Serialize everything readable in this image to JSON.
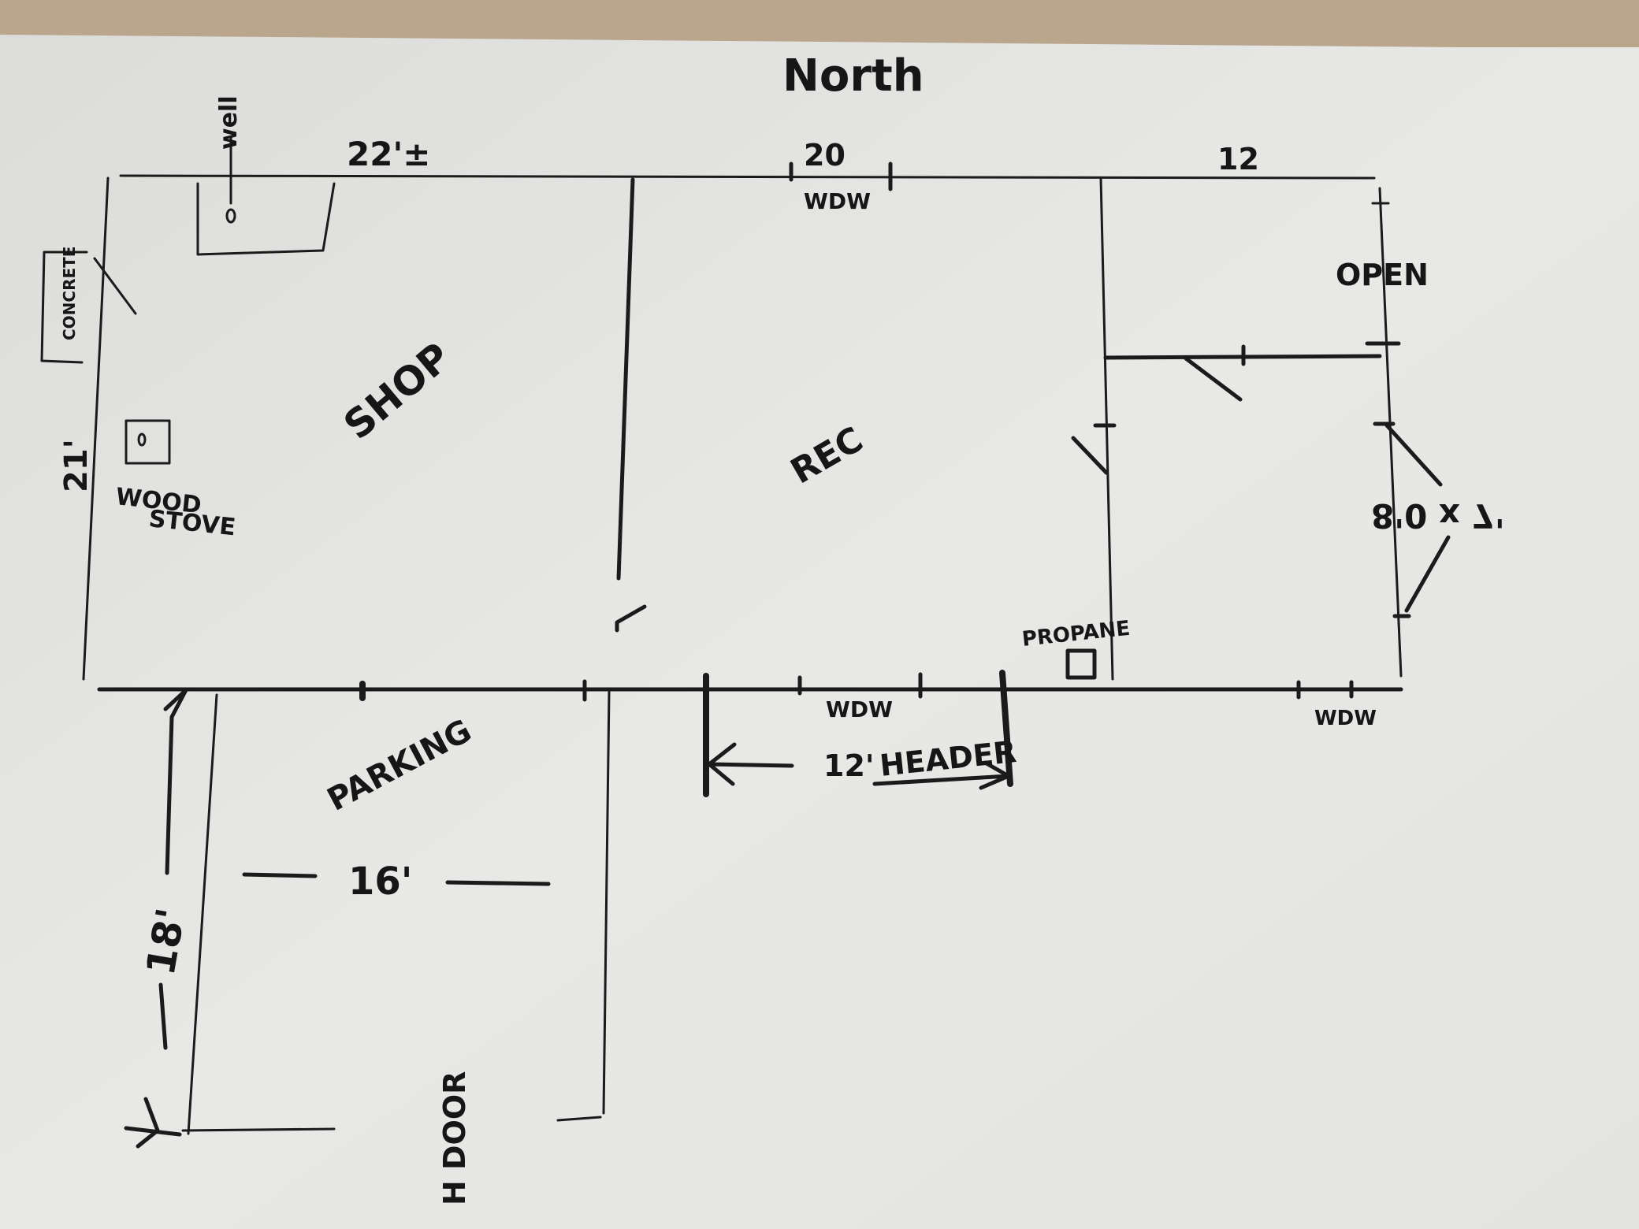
{
  "sheet": {
    "north_label": "North",
    "dimensions": {
      "shop_width": "22'±",
      "rec_width": "20",
      "east_width": "12",
      "shop_depth": "21'",
      "parking_depth": "18'",
      "parking_width": "16'",
      "header_span": "12'",
      "door_size": "8'0 x 7'"
    },
    "rooms": {
      "shop": "SHOP",
      "rec": "REC",
      "parking": "PARKING"
    },
    "fixtures": {
      "well": "well",
      "concrete": "CONCRETE",
      "wood_stove_line1": "WOOD",
      "wood_stove_line2": "STOVE",
      "propane": "PROPANE",
      "open": "OPEN",
      "header": "HEADER",
      "door": "H DOOR"
    },
    "windows": {
      "north_window": "WDW",
      "south_window": "WDW",
      "east_south_window": "WDW"
    },
    "colors": {
      "paper": "#e6e6e4",
      "ink": "#1b1b1b",
      "table": "#b9a68d"
    }
  }
}
